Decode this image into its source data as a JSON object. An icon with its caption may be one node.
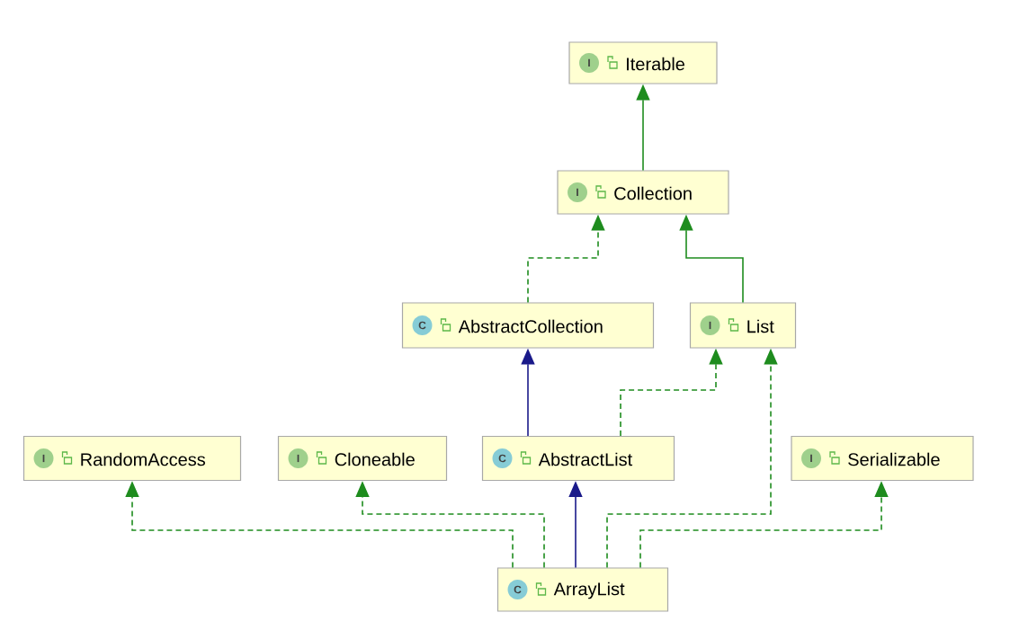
{
  "diagram": {
    "nodes": [
      {
        "text": [
          "I",
          "Iterable"
        ]
      },
      {
        "text": [
          "I",
          "Collection"
        ]
      },
      {
        "text": [
          "C",
          "AbstractCollection"
        ]
      },
      {
        "text": [
          "I",
          "List"
        ]
      },
      {
        "text": [
          "I",
          "RandomAccess"
        ]
      },
      {
        "text": [
          "I",
          "Cloneable"
        ]
      },
      {
        "text": [
          "C",
          "AbstractList"
        ]
      },
      {
        "text": [
          "I",
          "Serializable"
        ]
      },
      {
        "text": [
          "C",
          "ArrayList"
        ]
      }
    ],
    "edges": [
      {
        "from": 1,
        "to": 0,
        "arrow": "to"
      },
      {
        "from": 2,
        "to": 1,
        "arrow": "to",
        "style": "dashed"
      },
      {
        "from": 3,
        "to": 1,
        "arrow": "to"
      },
      {
        "from": 6,
        "to": 2,
        "arrow": "to",
        "color": "#1a1a8a"
      },
      {
        "from": 6,
        "to": 3,
        "arrow": "to",
        "style": "dashed"
      },
      {
        "from": 8,
        "to": 4,
        "arrow": "to",
        "style": "dashed"
      },
      {
        "from": 8,
        "to": 5,
        "arrow": "to",
        "style": "dashed"
      },
      {
        "from": 8,
        "to": 6,
        "arrow": "to",
        "color": "#1a1a8a"
      },
      {
        "from": 8,
        "to": 3,
        "arrow": "to",
        "style": "dashed"
      },
      {
        "from": 8,
        "to": 7,
        "arrow": "to",
        "style": "dashed"
      }
    ]
  }
}
